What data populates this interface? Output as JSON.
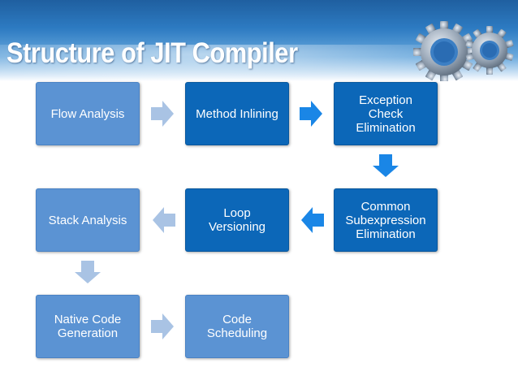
{
  "title": "Structure of JIT Compiler",
  "colors": {
    "light_box": "#5b93d3",
    "dark_box": "#0c67b8",
    "light_arrow": "#a9c3e4",
    "dark_arrow": "#1a86e6"
  },
  "boxes": {
    "flow_analysis": "Flow Analysis",
    "method_inlining": "Method Inlining",
    "exception_check": "Exception\nCheck\nElimination",
    "common_subexpression": "Common\nSubexpression\nElimination",
    "loop_versioning": "Loop\nVersioning",
    "stack_analysis": "Stack Analysis",
    "native_code": "Native Code\nGeneration",
    "code_scheduling": "Code\nScheduling"
  }
}
